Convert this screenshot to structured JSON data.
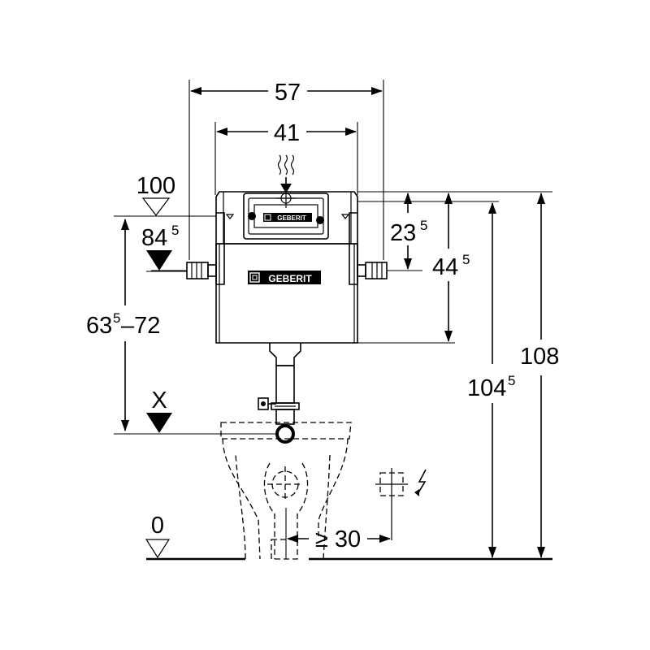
{
  "dimensions": {
    "width_outer": "57",
    "width_inner": "41",
    "level_top_mark": "100",
    "level_mid_main": "84",
    "level_mid_sup": "5",
    "offset_small_main": "23",
    "offset_small_sup": "5",
    "offset_large_main": "44",
    "offset_large_sup": "5",
    "range_main_a": "63",
    "range_sup_a": "5",
    "range_dash": "–72",
    "height_total": "108",
    "height_sub_main": "104",
    "height_sub_sup": "5",
    "datum_x": "X",
    "floor_zero": "0",
    "min_clearance": "≥ 30"
  },
  "logos": {
    "small_brand": "GEBERIT",
    "large_brand": "GEBERIT"
  },
  "icons": {
    "heat": "wavy-lines-icon",
    "electric": "lightning-icon",
    "socket": "electrical-outlet-icon"
  }
}
